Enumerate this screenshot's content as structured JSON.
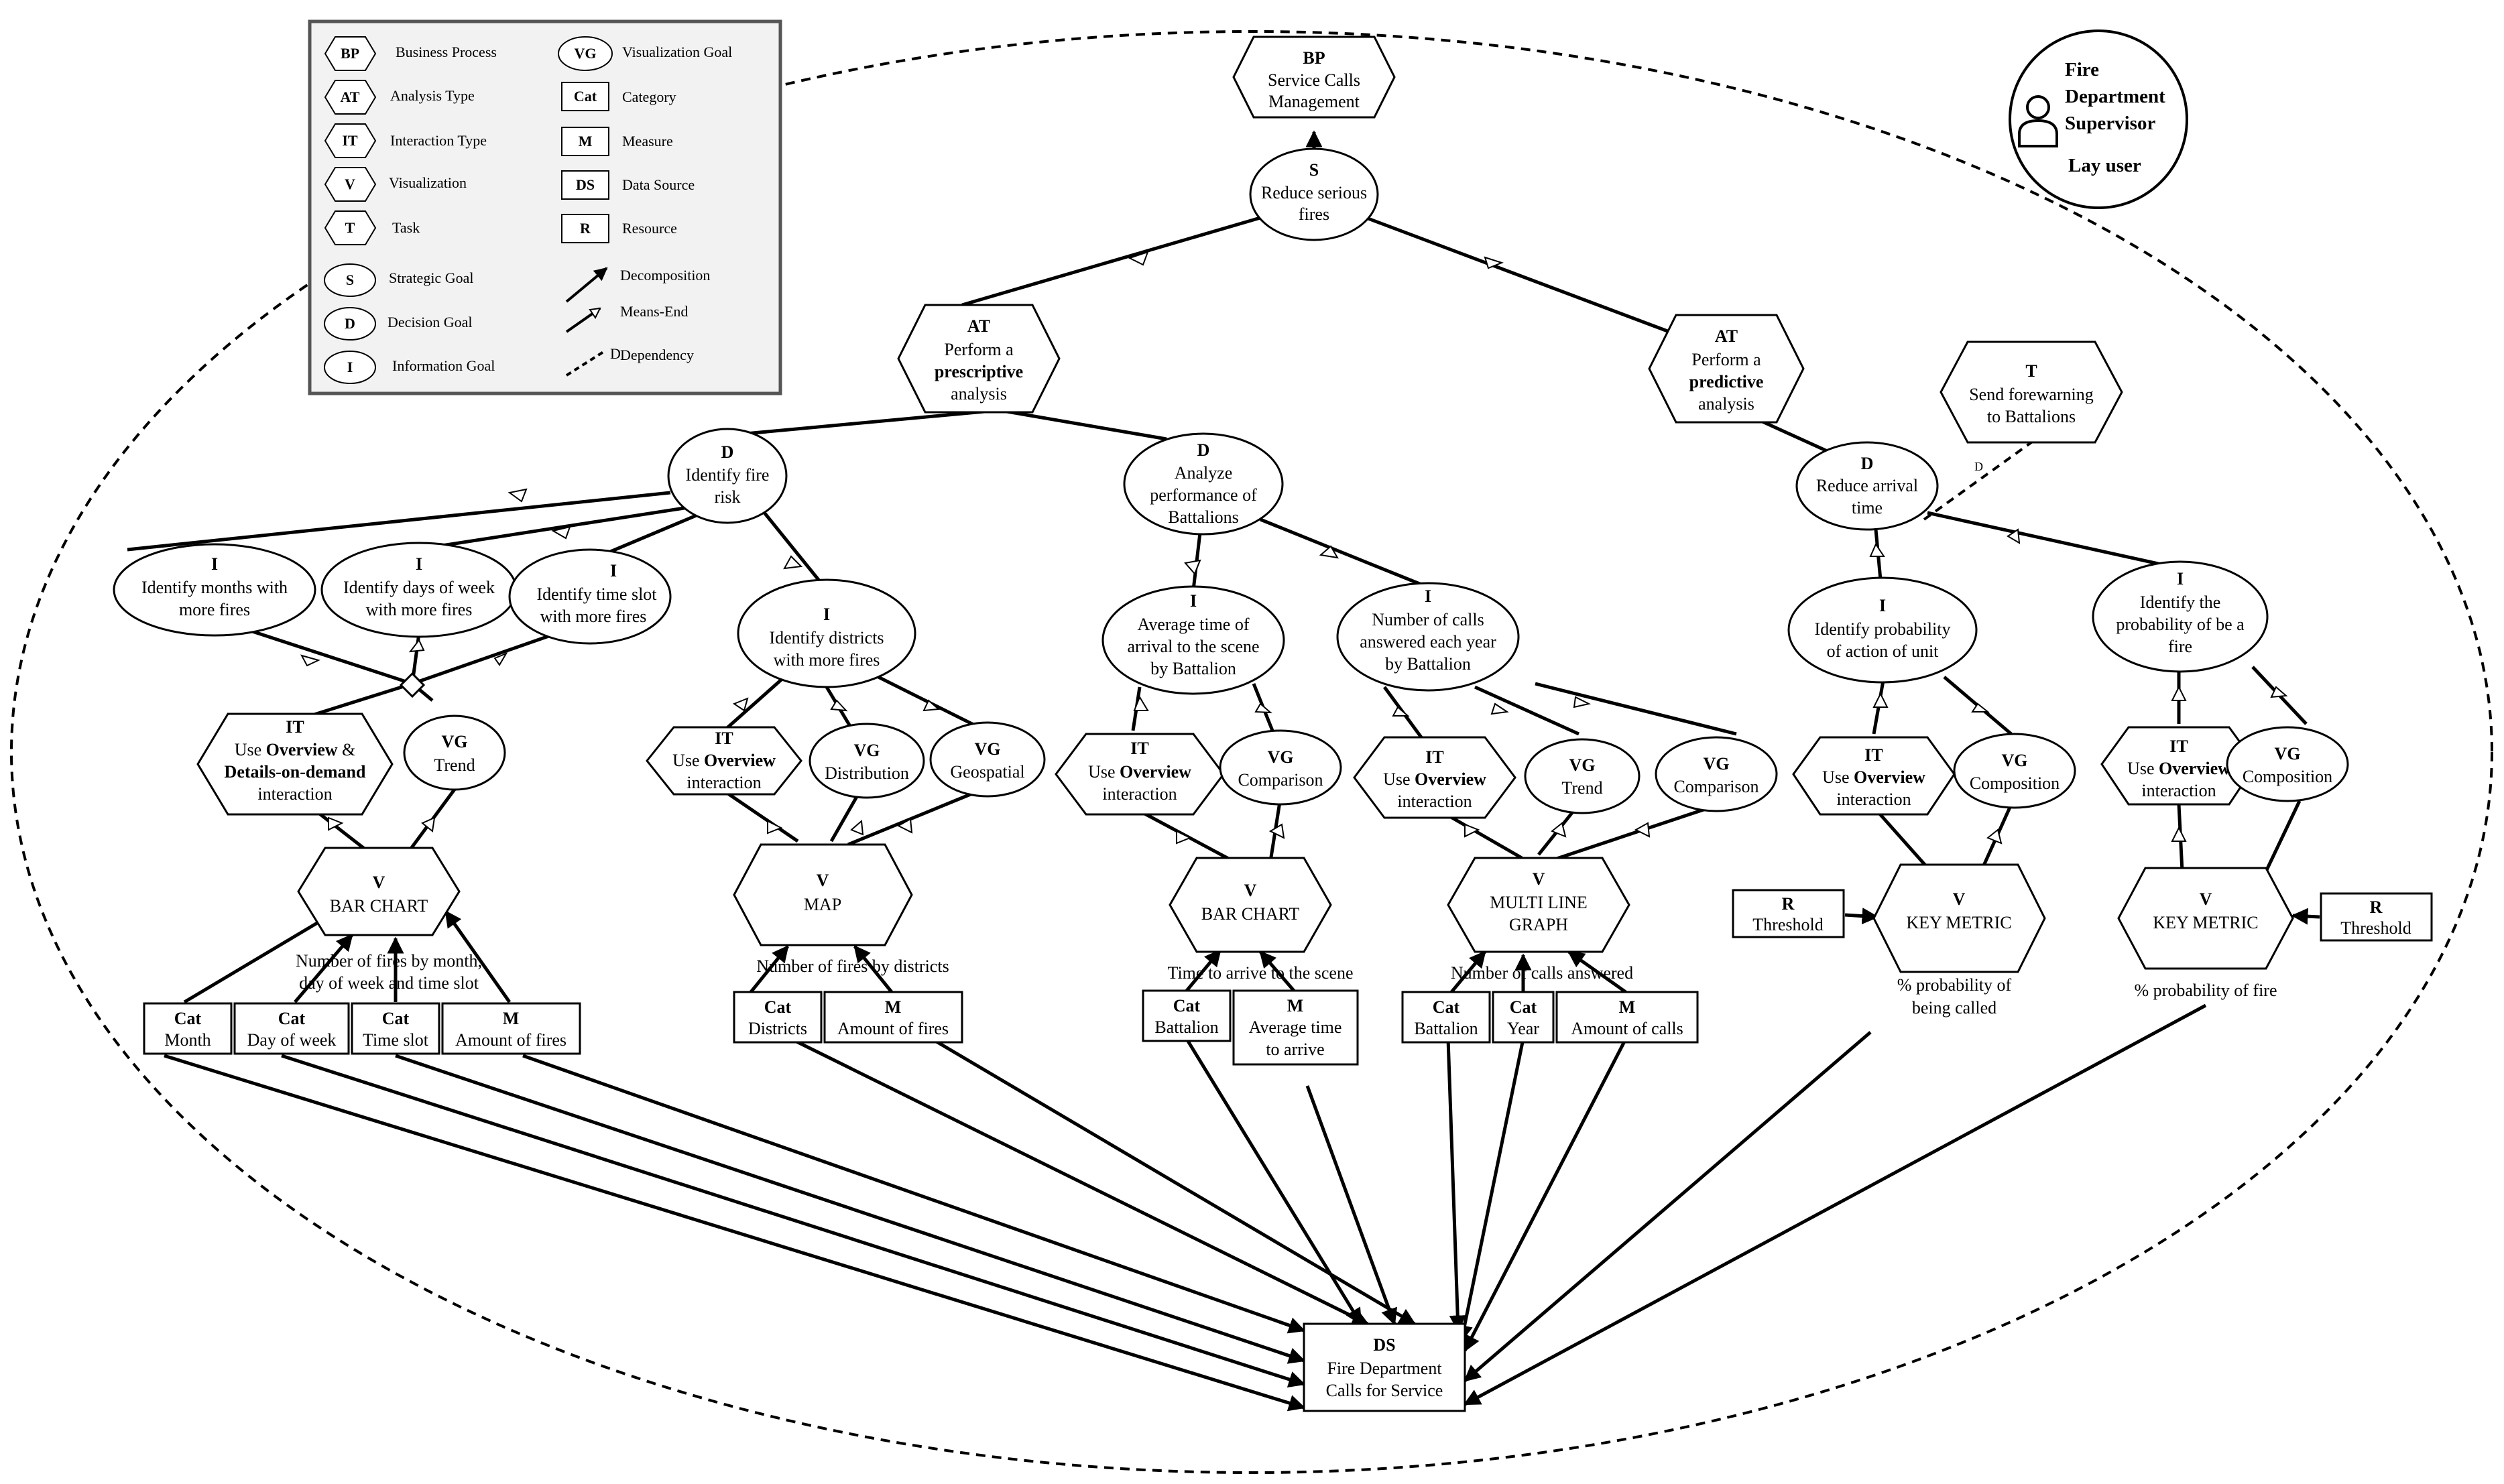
{
  "actor": {
    "line1": "Fire",
    "line2": "Department",
    "line3": "Supervisor",
    "role": "Lay user",
    "icon": "person-icon"
  },
  "legend": {
    "BP": {
      "tag": "BP",
      "label": "Business Process"
    },
    "AT": {
      "tag": "AT",
      "label": "Analysis Type"
    },
    "IT": {
      "tag": "IT",
      "label": "Interaction Type"
    },
    "V": {
      "tag": "V",
      "label": "Visualization"
    },
    "T": {
      "tag": "T",
      "label": "Task"
    },
    "S": {
      "tag": "S",
      "label": "Strategic Goal"
    },
    "D": {
      "tag": "D",
      "label": "Decision Goal"
    },
    "I": {
      "tag": "I",
      "label": "Information Goal"
    },
    "VG": {
      "tag": "VG",
      "label": "Visualization Goal"
    },
    "Cat": {
      "tag": "Cat",
      "label": "Category"
    },
    "M": {
      "tag": "M",
      "label": "Measure"
    },
    "DS": {
      "tag": "DS",
      "label": "Data Source"
    },
    "R": {
      "tag": "R",
      "label": "Resource"
    },
    "decomposition": {
      "label": "Decomposition"
    },
    "means_end": {
      "label": "Means-End"
    },
    "dependency": {
      "label": "Dependency"
    }
  },
  "bp": {
    "tag": "BP",
    "l1": "Service Calls",
    "l2": "Management"
  },
  "s": {
    "tag": "S",
    "l1": "Reduce serious",
    "l2": "fires"
  },
  "at1": {
    "tag": "AT",
    "l1": "Perform a",
    "l2": "prescriptive",
    "l3": "analysis"
  },
  "at2": {
    "tag": "AT",
    "l1": "Perform a",
    "l2": "predictive",
    "l3": "analysis"
  },
  "t1": {
    "tag": "T",
    "l1": "Send forewarning",
    "l2": "to Battalions"
  },
  "d1": {
    "tag": "D",
    "l1": "Identify fire",
    "l2": "risk"
  },
  "d2": {
    "tag": "D",
    "l1": "Analyze",
    "l2": "performance of",
    "l3": "Battalions"
  },
  "d3": {
    "tag": "D",
    "l1": "Reduce arrival",
    "l2": "time"
  },
  "i1": {
    "tag": "I",
    "l1": "Identify months with",
    "l2": "more fires"
  },
  "i2": {
    "tag": "I",
    "l1": "Identify days of week",
    "l2": "with more fires"
  },
  "i3": {
    "tag": "I",
    "l1": "Identify time slot",
    "l2": "with more fires"
  },
  "i4": {
    "tag": "I",
    "l1": "Identify districts",
    "l2": "with more fires"
  },
  "i5": {
    "tag": "I",
    "l1": "Average time of",
    "l2": "arrival to the scene",
    "l3": "by Battalion"
  },
  "i6": {
    "tag": "I",
    "l1": "Number of calls",
    "l2": "answered each year",
    "l3": "by Battalion"
  },
  "i7": {
    "tag": "I",
    "l1": "Identify probability",
    "l2": "of action of unit"
  },
  "i8": {
    "tag": "I",
    "l1": "Identify the",
    "l2": "probability of be a",
    "l3": "fire"
  },
  "it1": {
    "tag": "IT",
    "l1a": "Use ",
    "l1b": "Overview",
    "l1c": " &",
    "l2": "Details-on-demand",
    "l3": "interaction"
  },
  "it2": {
    "tag": "IT",
    "l1a": "Use ",
    "l1b": "Overview",
    "l2": "interaction"
  },
  "it3": {
    "tag": "IT",
    "l1a": "Use ",
    "l1b": "Overview",
    "l2": "interaction"
  },
  "it4": {
    "tag": "IT",
    "l1a": "Use ",
    "l1b": "Overview",
    "l2": "interaction"
  },
  "it5": {
    "tag": "IT",
    "l1a": "Use ",
    "l1b": "Overview",
    "l2": "interaction"
  },
  "it6": {
    "tag": "IT",
    "l1a": "Use ",
    "l1b": "Overview",
    "l2": "interaction"
  },
  "vg1": {
    "tag": "VG",
    "l1": "Trend"
  },
  "vg2": {
    "tag": "VG",
    "l1": "Distribution"
  },
  "vg3": {
    "tag": "VG",
    "l1": "Geospatial"
  },
  "vg4": {
    "tag": "VG",
    "l1": "Comparison"
  },
  "vg5": {
    "tag": "VG",
    "l1": "Trend"
  },
  "vg6": {
    "tag": "VG",
    "l1": "Comparison"
  },
  "vg7": {
    "tag": "VG",
    "l1": "Composition"
  },
  "vg8": {
    "tag": "VG",
    "l1": "Composition"
  },
  "v1": {
    "tag": "V",
    "l1": "BAR CHART",
    "caption1": "Number of fires by month,",
    "caption2": "day of week and time slot"
  },
  "v2": {
    "tag": "V",
    "l1": "MAP",
    "caption1": "Number of fires by districts"
  },
  "v3": {
    "tag": "V",
    "l1": "BAR CHART",
    "caption1": "Time to arrive to the scene"
  },
  "v4": {
    "tag": "V",
    "l1": "MULTI LINE",
    "l2": "GRAPH",
    "caption1": "Number of calls answered"
  },
  "v5": {
    "tag": "V",
    "l1": "KEY METRIC",
    "caption1": "% probability of",
    "caption2": "being called"
  },
  "v6": {
    "tag": "V",
    "l1": "KEY METRIC",
    "caption1": "% probability of fire"
  },
  "r1": {
    "tag": "R",
    "l1": "Threshold"
  },
  "r2": {
    "tag": "R",
    "l1": "Threshold"
  },
  "c1": {
    "tag": "Cat",
    "l1": "Month"
  },
  "c2": {
    "tag": "Cat",
    "l1": "Day of week"
  },
  "c3": {
    "tag": "Cat",
    "l1": "Time slot"
  },
  "m1": {
    "tag": "M",
    "l1": "Amount of fires"
  },
  "c4": {
    "tag": "Cat",
    "l1": "Districts"
  },
  "m2": {
    "tag": "M",
    "l1": "Amount of fires"
  },
  "c5": {
    "tag": "Cat",
    "l1": "Battalion"
  },
  "m3": {
    "tag": "M",
    "l1": "Average time",
    "l2": "to arrive"
  },
  "c6": {
    "tag": "Cat",
    "l1": "Battalion"
  },
  "c7": {
    "tag": "Cat",
    "l1": "Year"
  },
  "m4": {
    "tag": "M",
    "l1": "Amount of calls"
  },
  "ds": {
    "tag": "DS",
    "l1": "Fire Department",
    "l2": "Calls for Service"
  }
}
